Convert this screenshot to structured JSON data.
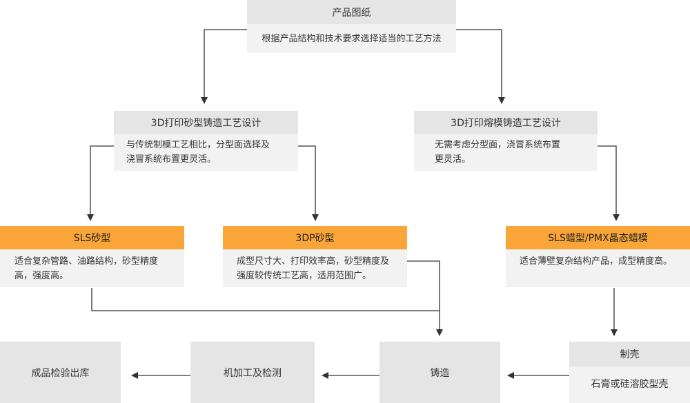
{
  "nodes": {
    "drawing": {
      "title": "产品图纸",
      "desc": "根据产品结构和技术要求选择适当的工艺方法"
    },
    "sand_design": {
      "title": "3D打印砂型铸造工艺设计",
      "desc_lines": [
        "与传统制模工艺相比，分型面选择及",
        "浇冒系统布置更灵活。"
      ]
    },
    "investment_design": {
      "title": "3D打印熔模铸造工艺设计",
      "desc_lines": [
        "无需考虑分型面，浇冒系统布置",
        "更灵活。"
      ]
    },
    "sls_sand": {
      "title": "SLS砂型",
      "desc_lines": [
        "适合复杂管路、油路结构，砂型精度",
        "高，强度高。"
      ]
    },
    "dp3_sand": {
      "title": "3DP砂型",
      "desc_lines": [
        "成型尺寸大、打印效率高，砂型精度及",
        "强度较传统工艺高，适用范围广。"
      ]
    },
    "sls_wax": {
      "title": "SLS蜡型/PMX晶态蜡模",
      "desc_lines": [
        "适合薄壁复杂结构产品，成型精度高。"
      ]
    },
    "shell": {
      "title": "制壳",
      "desc": "石膏或硅溶胶型壳"
    },
    "casting": {
      "title": "铸造"
    },
    "machining": {
      "title": "机加工及检测"
    },
    "warehouse": {
      "title": "成品检验出库"
    }
  },
  "colors": {
    "accent_orange": "#f9a537",
    "header_gray": "#e5e5e5",
    "body_gray": "#f2f2f2",
    "connector": "#333333"
  }
}
